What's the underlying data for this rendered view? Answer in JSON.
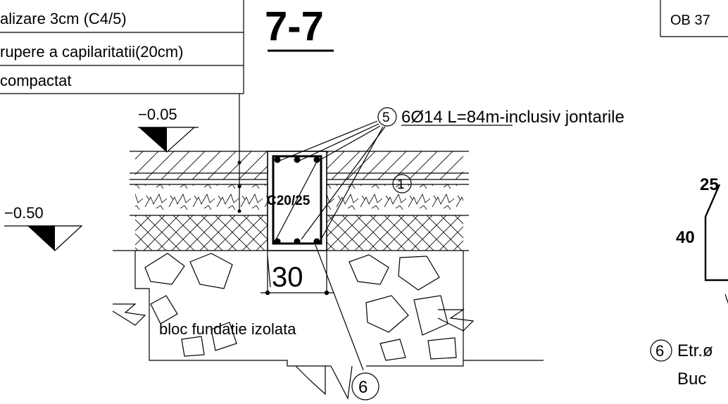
{
  "section_title": "7-7",
  "sheet_ref": "OB 37",
  "layer_labels": [
    "alizare 3cm (C4/5)",
    "rupere a capilaritatii(20cm)",
    "compactat"
  ],
  "elevations": {
    "top": "−0.05",
    "bottom": "−0.50"
  },
  "concrete_class": "C20/25",
  "rebar_note": {
    "marker": "5",
    "text": "6Ø14 L=84m-inclusiv jontarile"
  },
  "fill_marker": "1",
  "dimension_width": "30",
  "foundation_label": "bloc fundatie izolata",
  "stirrup_marker": "6",
  "detail": {
    "dim_top": "25",
    "dim_side": "40",
    "marker": "6",
    "line1": "Etr.ø",
    "line2": "Buc"
  }
}
